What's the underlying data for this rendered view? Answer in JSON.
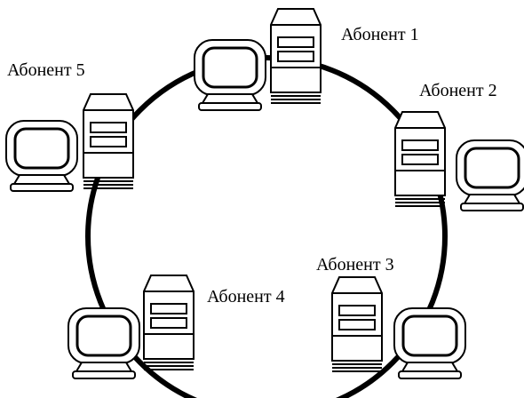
{
  "diagram": {
    "ring_color": "#000000",
    "nodes": [
      {
        "label": "Абонент 1"
      },
      {
        "label": "Абонент 2"
      },
      {
        "label": "Абонент 3"
      },
      {
        "label": "Абонент 4"
      },
      {
        "label": "Абонент 5"
      }
    ]
  }
}
